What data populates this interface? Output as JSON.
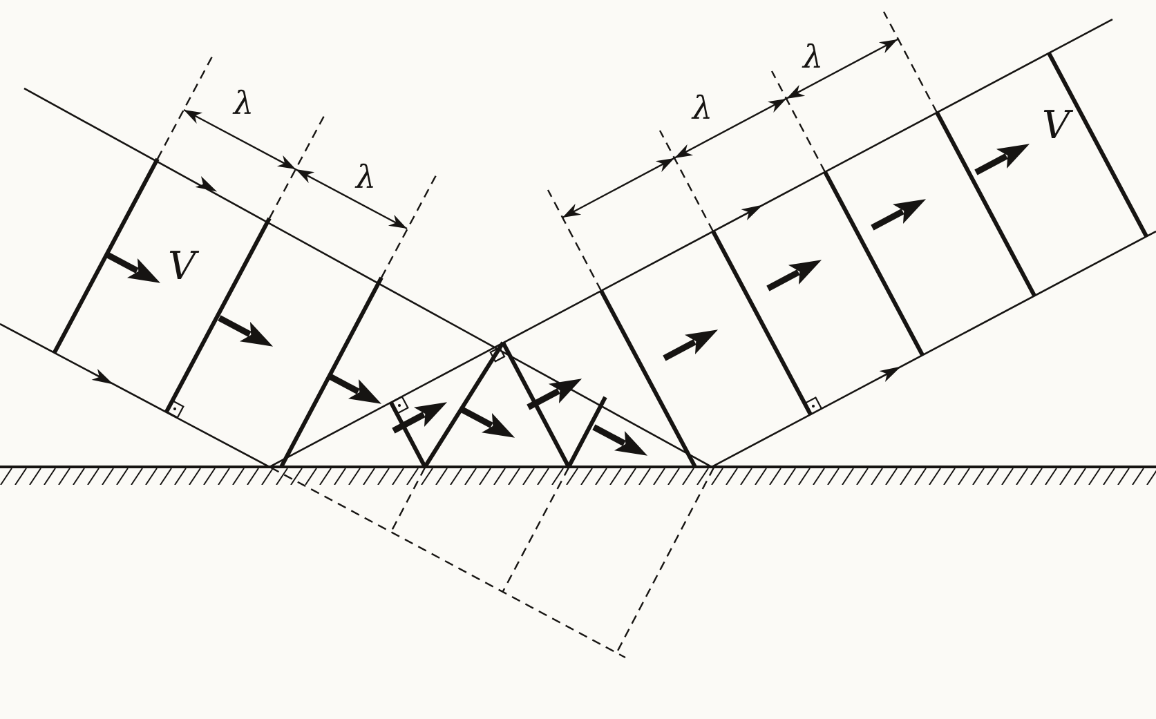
{
  "diagram": {
    "background_color": "#fbfaf6",
    "ink_color": "#161412",
    "incident_wave": {
      "velocity_label": "V",
      "wavelength_labels": [
        "λ",
        "λ"
      ]
    },
    "reflected_wave": {
      "velocity_label": "V",
      "wavelength_labels": [
        "λ",
        "λ"
      ]
    }
  }
}
